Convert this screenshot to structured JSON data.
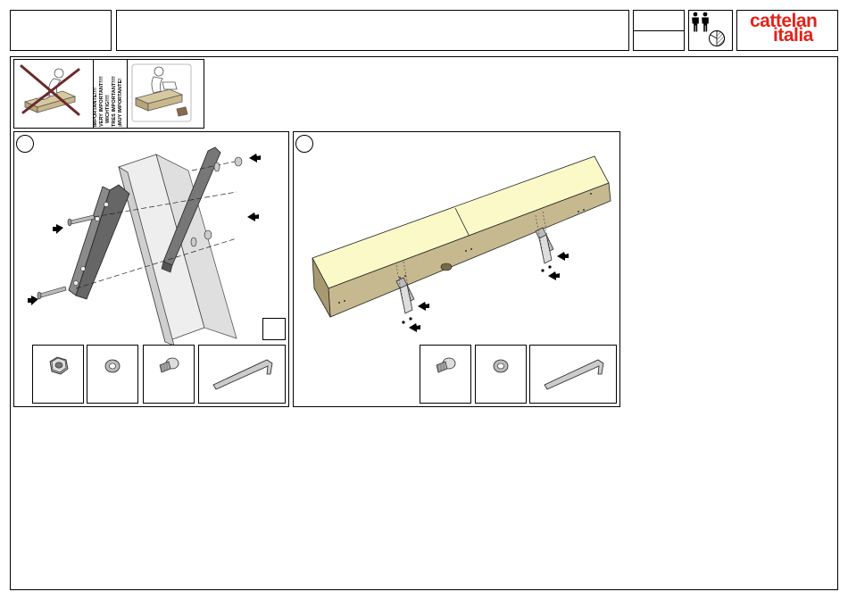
{
  "header": {
    "brand_line1": "cattelan",
    "brand_line2": "italia"
  },
  "warning": {
    "lines": [
      "IMPORTANTE!!!!",
      "VERY IMPORTANT!!!!",
      "WICHTIG!!!!",
      "TRES IMPORTANT!!!!",
      "¡MUY IMPORTANTE!"
    ]
  },
  "icons": {
    "people": "two-persons-icon",
    "time": "clock-icon",
    "no_lift": "wrong-lift-posture-icon",
    "ok_lift": "correct-lift-posture-icon",
    "nut": "hex-nut-icon",
    "washer": "washer-icon",
    "bolt": "bolt-icon",
    "key": "allen-key-icon"
  },
  "colors": {
    "brand": "#e2231a",
    "cabinet_top": "#fbf9c8",
    "cabinet_side": "#c7b98f",
    "bracket": "#6f6f6f"
  }
}
